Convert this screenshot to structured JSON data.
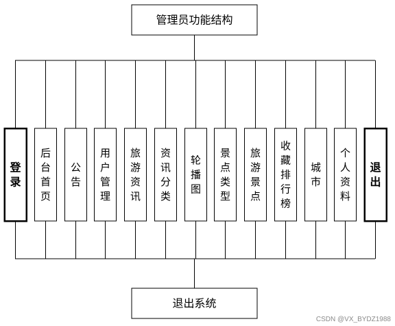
{
  "root": {
    "label": "管理员功能结构"
  },
  "modules": [
    {
      "label": "登录",
      "bold": true
    },
    {
      "label": "后台首页",
      "bold": false
    },
    {
      "label": "公告",
      "bold": false
    },
    {
      "label": "用户管理",
      "bold": false
    },
    {
      "label": "旅游资讯",
      "bold": false
    },
    {
      "label": "资讯分类",
      "bold": false
    },
    {
      "label": "轮播图",
      "bold": false
    },
    {
      "label": "景点类型",
      "bold": false
    },
    {
      "label": "旅游景点",
      "bold": false
    },
    {
      "label": "收藏排行榜",
      "bold": false
    },
    {
      "label": "城市",
      "bold": false
    },
    {
      "label": "个人资料",
      "bold": false
    },
    {
      "label": "退出",
      "bold": true
    }
  ],
  "exit": {
    "label": "退出系统"
  },
  "watermark": "CSDN @VX_BYDZ1988",
  "colors": {
    "line": "#000000",
    "box_fill": "#ffffff",
    "watermark": "#8a8a8a"
  }
}
